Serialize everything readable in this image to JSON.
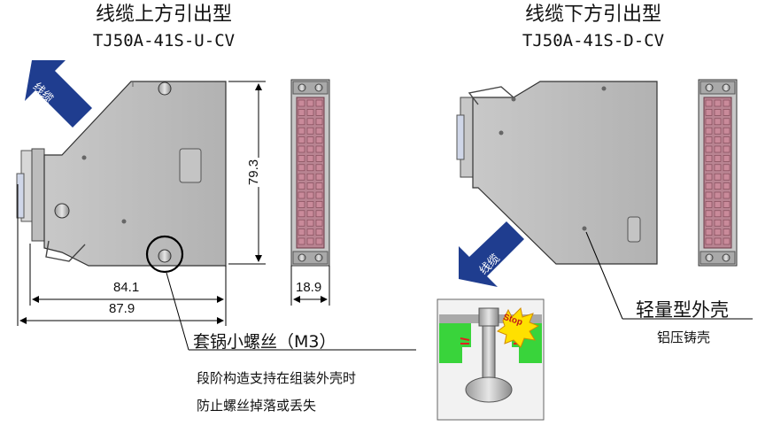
{
  "left": {
    "title": "线缆上方引出型",
    "model": "TJ50A-41S-U-CV",
    "arrow_label": "线缆",
    "dim_height": "79.3",
    "dim_width_inner": "84.1",
    "dim_width_outer": "87.9",
    "dim_depth": "18.9"
  },
  "right": {
    "title": "线缆下方引出型",
    "model": "TJ50A-41S-D-CV",
    "arrow_label": "线缆",
    "shell_label": "轻量型外壳",
    "shell_sub": "铝压铸壳"
  },
  "screw": {
    "label": "套锅小螺丝（M3）",
    "note_line1": "段阶构造支持在组装外壳时",
    "note_line2": "防止螺丝掉落或丢失",
    "stop_text": "Stop"
  },
  "colors": {
    "shell_gray": "#bcbcbc",
    "arrow_blue": "#1f3d8f",
    "pin_pink": "#c98a9a",
    "green": "#39d43b"
  }
}
